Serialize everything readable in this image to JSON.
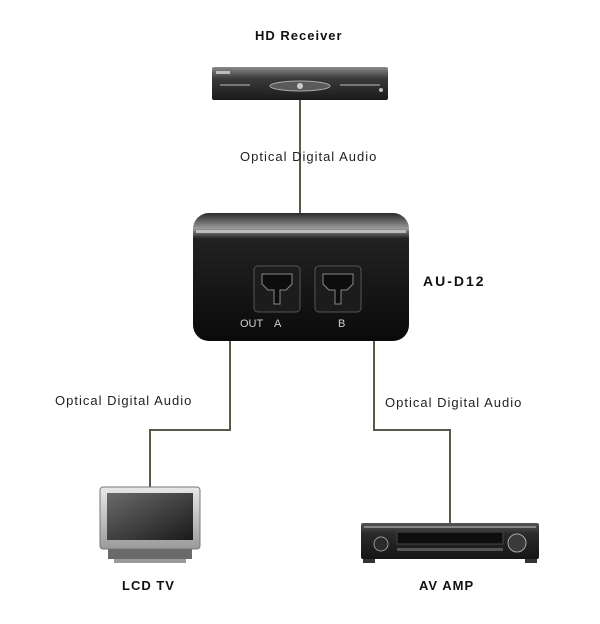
{
  "devices": {
    "hd_receiver": "HD Receiver",
    "splitter_model": "AU-D12",
    "lcd_tv": "LCD TV",
    "av_amp": "AV AMP"
  },
  "cables": {
    "top": "Optical Digital Audio",
    "left": "Optical Digital Audio",
    "right": "Optical Digital Audio"
  },
  "ports": {
    "out": "OUT",
    "a": "A",
    "b": "B"
  }
}
